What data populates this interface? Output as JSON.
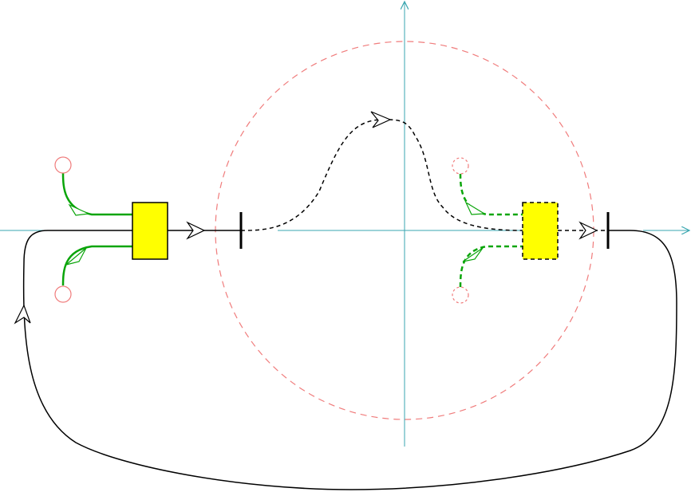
{
  "colors": {
    "background": "#ffffff",
    "axis": "#3aa6b0",
    "circle": "#f07c7c",
    "flow": "#000000",
    "input": "#0aa50a",
    "box_fill": "#ffff00",
    "box_stroke": "#000000"
  },
  "elements": {
    "left_block": "yellow-box-solid",
    "right_block": "yellow-box-dashed",
    "barriers": [
      "bar-left",
      "bar-right"
    ],
    "source_nodes": [
      "source-circle-top-left",
      "source-circle-bottom-left",
      "source-circle-top-right",
      "source-circle-bottom-right"
    ]
  }
}
